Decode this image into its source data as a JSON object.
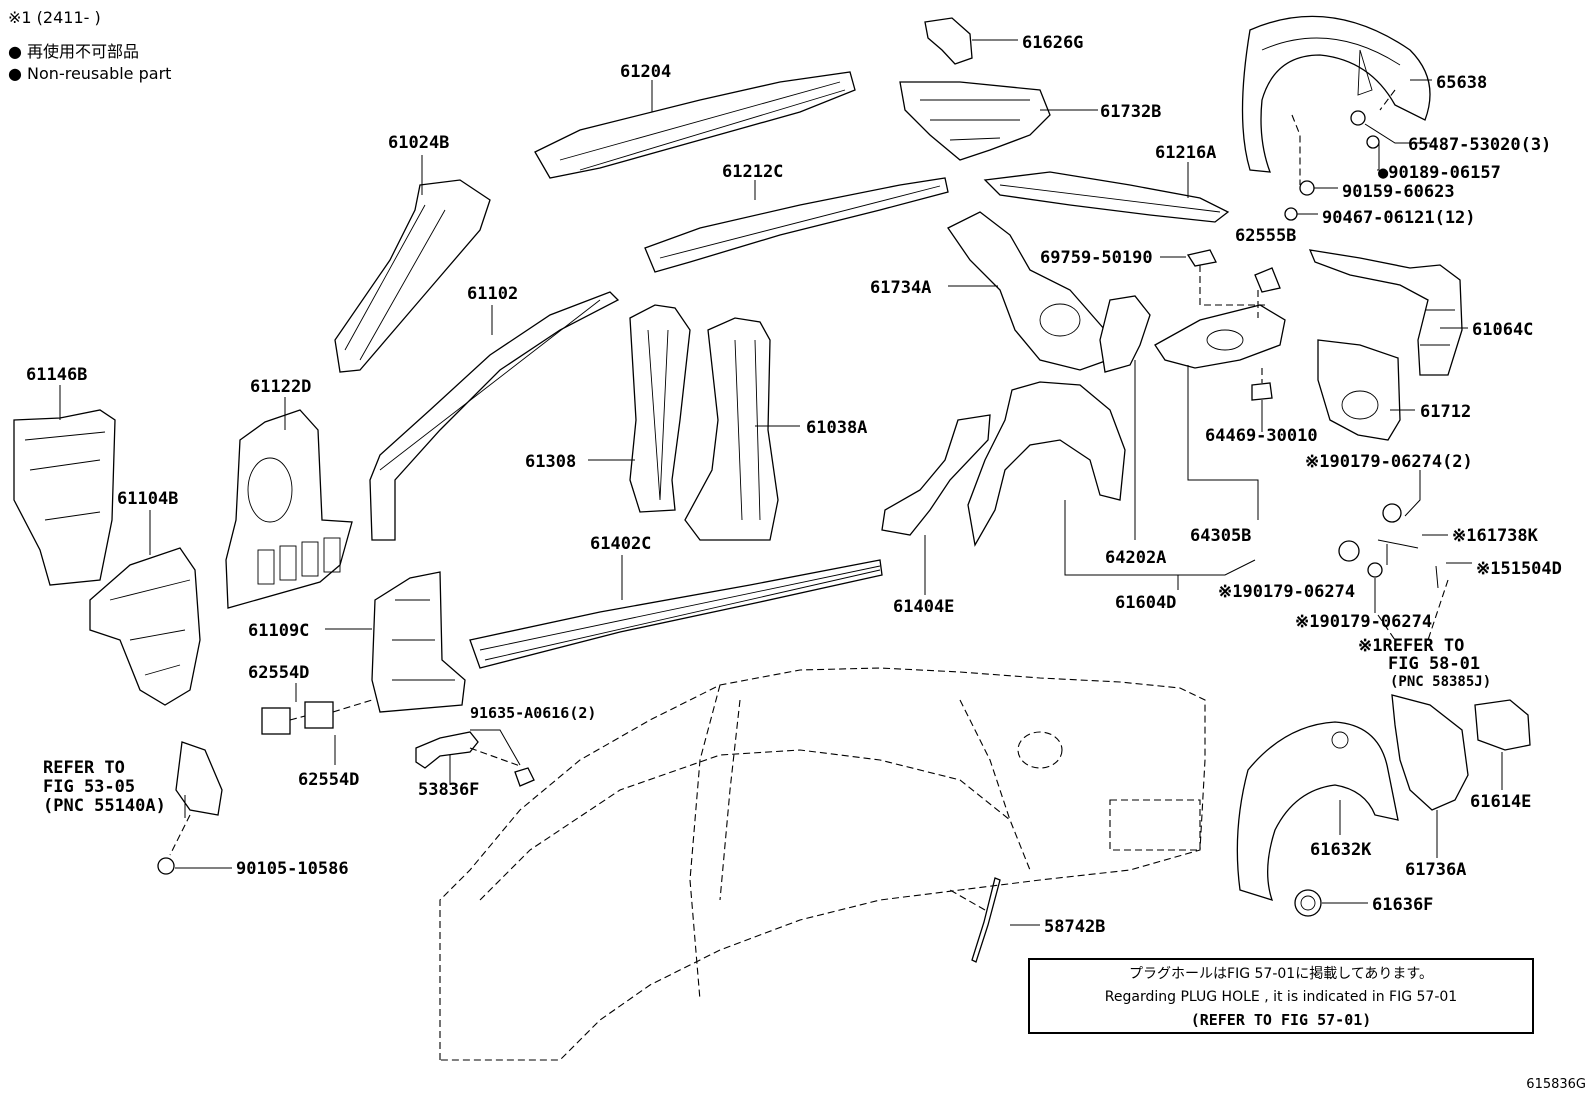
{
  "header": {
    "footnote_mark": "※1 (2411-      )",
    "bullet_jp": "再使用不可部品",
    "bullet_en": "Non-reusable part"
  },
  "note_box": {
    "line_jp": "プラグホールはFIG 57-01に掲載してあります。",
    "line_en": "Regarding PLUG HOLE , it is indicated in FIG 57-01",
    "line_ref": "(REFER TO FIG 57-01)"
  },
  "illustration_id": "615836G",
  "labels": [
    {
      "id": "61626G",
      "text": "61626G"
    },
    {
      "id": "61204",
      "text": "61204"
    },
    {
      "id": "61732B",
      "text": "61732B"
    },
    {
      "id": "65638",
      "text": "65638"
    },
    {
      "id": "65487",
      "text": "65487-53020(3)"
    },
    {
      "id": "90189",
      "text": "●90189-06157"
    },
    {
      "id": "90159",
      "text": "90159-60623"
    },
    {
      "id": "90467",
      "text": "90467-06121(12)"
    },
    {
      "id": "61024B",
      "text": "61024B"
    },
    {
      "id": "61212C",
      "text": "61212C"
    },
    {
      "id": "61216A",
      "text": "61216A"
    },
    {
      "id": "62555B",
      "text": "62555B"
    },
    {
      "id": "69759",
      "text": "69759-50190"
    },
    {
      "id": "61734A",
      "text": "61734A"
    },
    {
      "id": "61102",
      "text": "61102"
    },
    {
      "id": "61064C",
      "text": "61064C"
    },
    {
      "id": "61146B",
      "text": "61146B"
    },
    {
      "id": "61122D",
      "text": "61122D"
    },
    {
      "id": "61712",
      "text": "61712"
    },
    {
      "id": "61038A",
      "text": "61038A"
    },
    {
      "id": "64469",
      "text": "64469-30010"
    },
    {
      "id": "61308",
      "text": "61308"
    },
    {
      "id": "190179a",
      "text": "※190179-06274(2)"
    },
    {
      "id": "61104B",
      "text": "61104B"
    },
    {
      "id": "161738K",
      "text": "※161738K"
    },
    {
      "id": "64305B",
      "text": "64305B"
    },
    {
      "id": "61402C",
      "text": "61402C"
    },
    {
      "id": "64202A",
      "text": "64202A"
    },
    {
      "id": "151504D",
      "text": "※151504D"
    },
    {
      "id": "190179b",
      "text": "※190179-06274"
    },
    {
      "id": "61604D",
      "text": "61604D"
    },
    {
      "id": "61404E",
      "text": "61404E"
    },
    {
      "id": "190179c",
      "text": "※190179-06274"
    },
    {
      "id": "61109C",
      "text": "61109C"
    },
    {
      "id": "ref5801a",
      "text": "※1REFER TO"
    },
    {
      "id": "ref5801b",
      "text": "FIG 58-01"
    },
    {
      "id": "ref5801c",
      "text": "(PNC 58385J)"
    },
    {
      "id": "62554D_1",
      "text": "62554D"
    },
    {
      "id": "91635",
      "text": "91635-A0616(2)"
    },
    {
      "id": "61614E",
      "text": "61614E"
    },
    {
      "id": "ref5305a",
      "text": "REFER TO"
    },
    {
      "id": "ref5305b",
      "text": "FIG 53-05"
    },
    {
      "id": "ref5305c",
      "text": "(PNC 55140A)"
    },
    {
      "id": "62554D_2",
      "text": "62554D"
    },
    {
      "id": "53836F",
      "text": "53836F"
    },
    {
      "id": "61632K",
      "text": "61632K"
    },
    {
      "id": "61736A",
      "text": "61736A"
    },
    {
      "id": "90105",
      "text": "90105-10586"
    },
    {
      "id": "61636F",
      "text": "61636F"
    },
    {
      "id": "58742B",
      "text": "58742B"
    }
  ]
}
